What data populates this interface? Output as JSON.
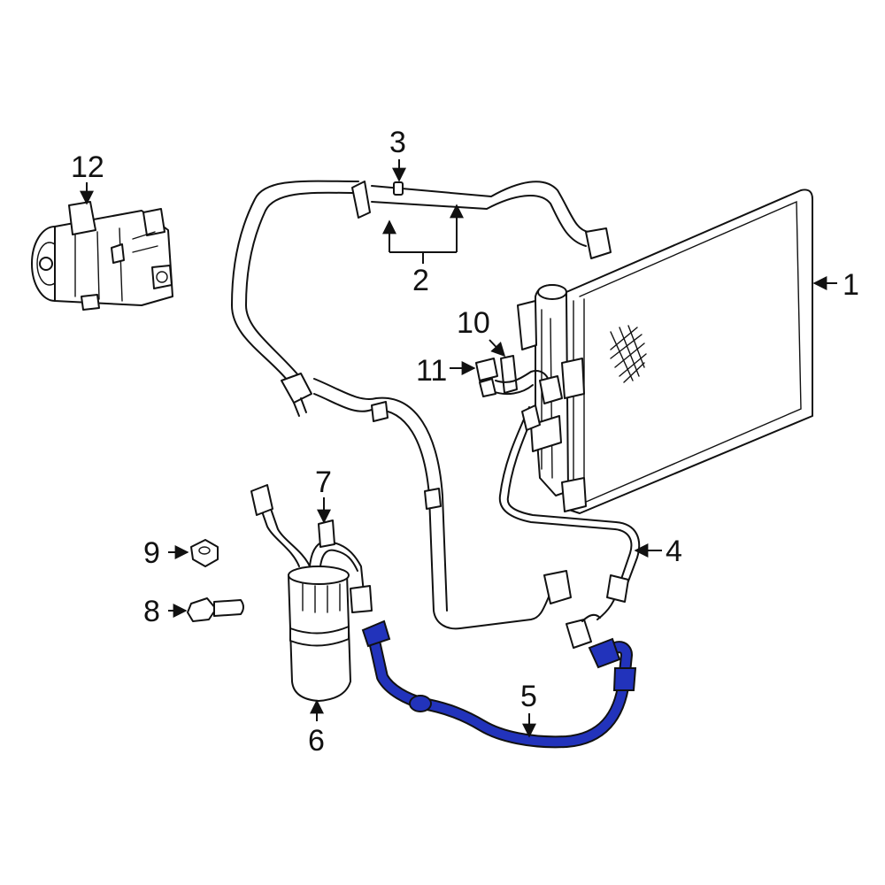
{
  "diagram": {
    "highlight_color": "#2233bb",
    "line_color": "#111111",
    "background_color": "#ffffff",
    "callouts": [
      {
        "id": "1",
        "label": "1"
      },
      {
        "id": "2",
        "label": "2"
      },
      {
        "id": "3",
        "label": "3"
      },
      {
        "id": "4",
        "label": "4"
      },
      {
        "id": "5",
        "label": "5"
      },
      {
        "id": "6",
        "label": "6"
      },
      {
        "id": "7",
        "label": "7"
      },
      {
        "id": "8",
        "label": "8"
      },
      {
        "id": "9",
        "label": "9"
      },
      {
        "id": "10",
        "label": "10"
      },
      {
        "id": "11",
        "label": "11"
      },
      {
        "id": "12",
        "label": "12"
      }
    ],
    "highlighted_part": "5"
  }
}
